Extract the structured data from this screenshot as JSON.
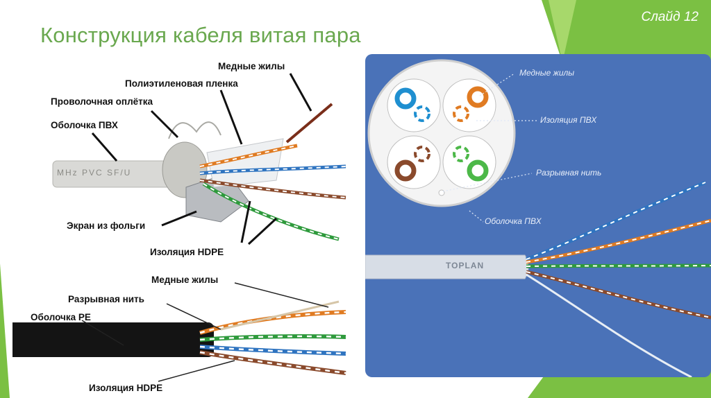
{
  "slide": {
    "number_label": "Слайд 12",
    "title": "Конструкция кабеля витая пара"
  },
  "colors": {
    "accent_green": "#6aa84f",
    "deco_green": "#7bc043",
    "right_panel_blue": "#4a72b8"
  },
  "left_image": {
    "top_labels": {
      "copper_cores": "Медные жилы",
      "polyethylene_film": "Полиэтиленовая пленка",
      "wire_braid": "Проволочная оплётка",
      "pvc_sheath": "Оболочка ПВХ",
      "foil_shield": "Экран из фольги",
      "hdpe_insulation": "Изоляция HDPE"
    },
    "cable_print": "MHz PVC SF/U",
    "bottom_labels": {
      "copper_cores": "Медные жилы",
      "rip_cord": "Разрывная нить",
      "pe_sheath": "Оболочка PE",
      "hdpe_insulation": "Изоляция HDPE"
    }
  },
  "right_image": {
    "labels": {
      "copper_cores": "Медные жилы",
      "pvc_insulation": "Изоляция ПВХ",
      "rip_cord": "Разрывная нить",
      "pvc_sheath": "Оболочка ПВХ"
    },
    "cable_print": "TOPLAN"
  }
}
